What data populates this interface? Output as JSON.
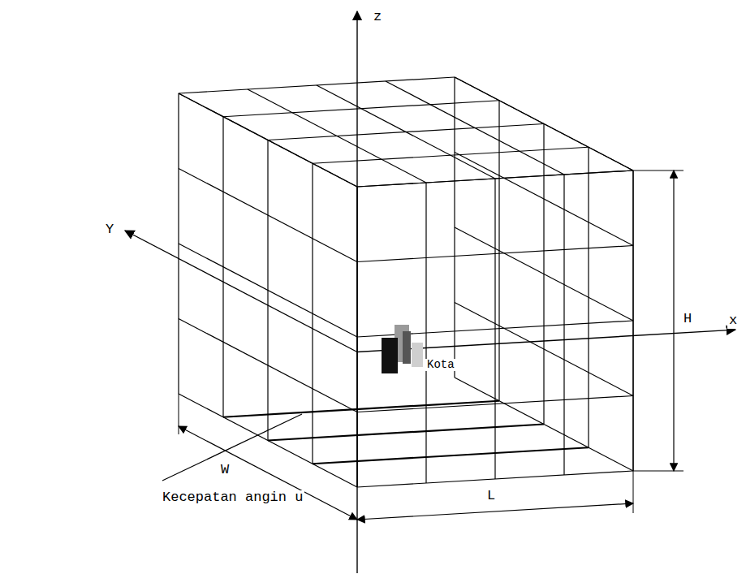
{
  "diagram": {
    "labels": [
      "z",
      "Y",
      "x",
      "H",
      "W",
      "L",
      "Kecepatan angin u",
      "Kota"
    ]
  }
}
